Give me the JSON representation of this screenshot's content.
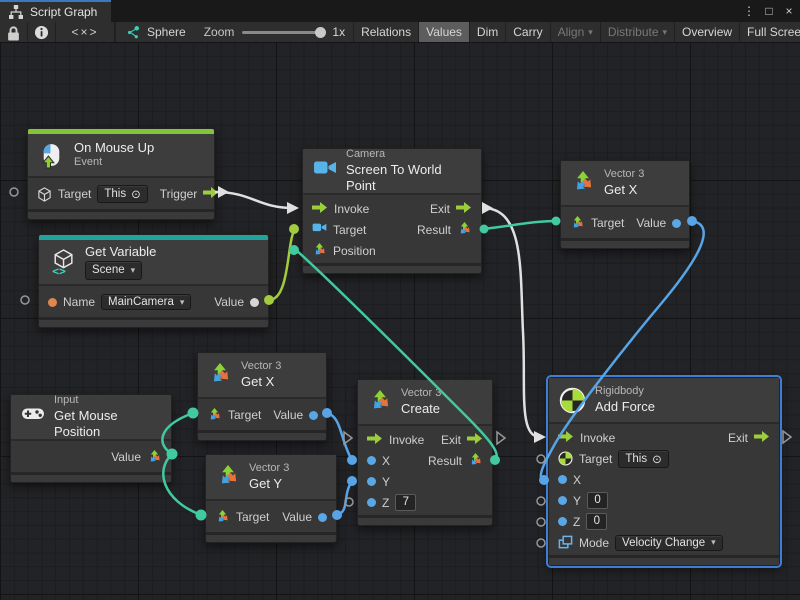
{
  "tab": {
    "title": "Script Graph"
  },
  "icons": {
    "menu": "⋮",
    "maximize": "□",
    "close": "×",
    "caret": "▾",
    "target_glyph": "⊙",
    "code": "<×>"
  },
  "toolbar": {
    "graph_name": "Sphere",
    "zoom_label": "Zoom",
    "zoom_value": "1x",
    "buttons": [
      {
        "label": "Relations"
      },
      {
        "label": "Values"
      },
      {
        "label": "Dim"
      },
      {
        "label": "Carry"
      },
      {
        "label": "Align"
      },
      {
        "label": "Distribute"
      },
      {
        "label": "Overview"
      },
      {
        "label": "Full Screen"
      }
    ]
  },
  "colors": {
    "accent_event": "#85c43a",
    "accent_variable": "#1fa39c",
    "selection": "#3d7fd6",
    "wire_white": "#e0e0e0",
    "wire_green": "#a2cb3e",
    "wire_teal": "#41caa0",
    "wire_blue": "#57a4e6"
  },
  "nodes": {
    "on_mouse_up": {
      "title": "On Mouse Up",
      "subtitle": "Event",
      "ports": {
        "target": "Target",
        "this": "This",
        "trigger": "Trigger"
      }
    },
    "get_variable": {
      "title": "Get Variable",
      "scope": "Scene",
      "ports": {
        "name": "Name",
        "name_value": "MainCamera",
        "value": "Value"
      }
    },
    "screen_to_world": {
      "category": "Camera",
      "title": "Screen To World Point",
      "ports": {
        "invoke": "Invoke",
        "exit": "Exit",
        "target": "Target",
        "result": "Result",
        "position": "Position"
      }
    },
    "get_x_top": {
      "category": "Vector 3",
      "title": "Get X",
      "ports": {
        "target": "Target",
        "value": "Value"
      }
    },
    "get_mouse_position": {
      "category": "Input",
      "title": "Get Mouse Position",
      "ports": {
        "value": "Value"
      }
    },
    "get_x_mid": {
      "category": "Vector 3",
      "title": "Get X",
      "ports": {
        "target": "Target",
        "value": "Value"
      }
    },
    "get_y": {
      "category": "Vector 3",
      "title": "Get Y",
      "ports": {
        "target": "Target",
        "value": "Value"
      }
    },
    "create_vector3": {
      "category": "Vector 3",
      "title": "Create",
      "ports": {
        "invoke": "Invoke",
        "exit": "Exit",
        "x": "X",
        "result": "Result",
        "y": "Y",
        "z": "Z",
        "z_value": "7"
      }
    },
    "add_force": {
      "category": "Rigidbody",
      "title": "Add Force",
      "ports": {
        "invoke": "Invoke",
        "exit": "Exit",
        "target": "Target",
        "this": "This",
        "x": "X",
        "y": "Y",
        "y_value": "0",
        "z": "Z",
        "z_value": "0",
        "mode": "Mode",
        "mode_value": "Velocity Change"
      }
    }
  }
}
